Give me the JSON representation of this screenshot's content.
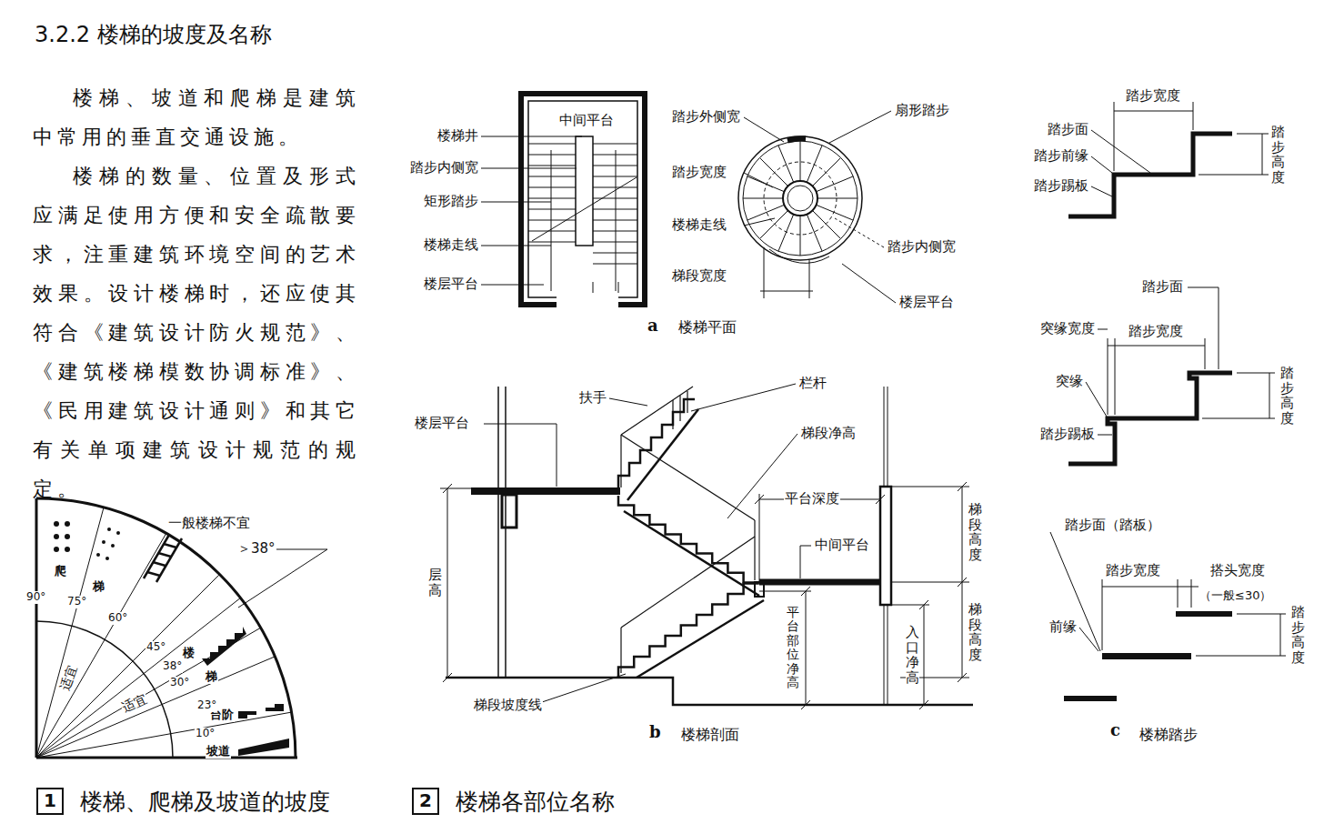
{
  "diagram": {
    "title": "3.2.2 楼梯的坡度及名称",
    "nodes": [
      {
        "text": [
          "1",
          "楼梯、爬梯及坡道的坡度"
        ]
      },
      {
        "text": [
          "2",
          "楼梯各部位名称"
        ]
      }
    ],
    "labels": [
      "楼梯、坡道和爬梯是建筑中常用的垂直交通设施。",
      "楼梯的数量、位置及形式应满足使用方便和安全疏散要求，注重建筑环境空间的艺术效果。设计楼梯时，还应使其符合《建筑设计防火规范》、《建筑楼梯模数协调标准》、《民用建筑设计通则》和其它有关单项建筑设计规范的规定。",
      "一般楼梯不宜",
      "＞38°",
      "爬",
      "梯",
      "楼",
      "梯",
      "台阶",
      "坡道",
      "适宜",
      "适宜",
      "90°",
      "75°",
      "60°",
      "45°",
      "38°",
      "30°",
      "23°",
      "10°",
      "中间平台",
      "楼梯井",
      "踏步内侧宽",
      "矩形踏步",
      "楼梯走线",
      "楼层平台",
      "踏步外侧宽",
      "扇形踏步",
      "踏步宽度",
      "楼梯走线",
      "踏步内侧宽",
      "梯段宽度",
      "楼层平台",
      "a",
      "楼梯平面",
      "扶手",
      "栏杆",
      "楼层平台",
      "梯段净高",
      "平台深度",
      "中间平台",
      "梯段高度",
      "梯段高度",
      "层高",
      "平台部位净高",
      "入口净高",
      "梯段坡度线",
      "b",
      "楼梯剖面",
      "踏步宽度",
      "踏步面",
      "踏步前缘",
      "踏步踢板",
      "踏步高度",
      "踏步面",
      "突缘宽度",
      "踏步宽度",
      "突缘",
      "踏步踢板",
      "踏步高度",
      "踏步面（踏板）",
      "踏步宽度",
      "搭头宽度",
      "（一般≤30）",
      "前缘",
      "踏步高度",
      "c",
      "楼梯踏步"
    ]
  }
}
